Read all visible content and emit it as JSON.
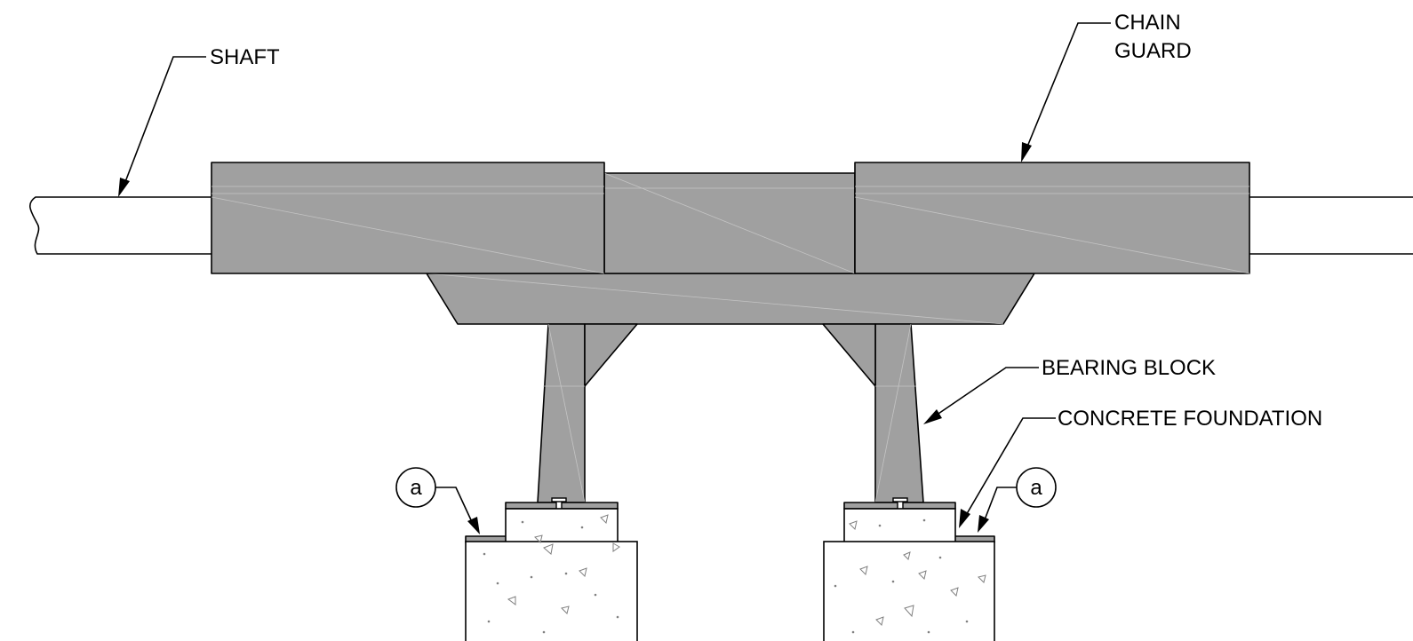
{
  "labels": {
    "shaft": "SHAFT",
    "chain_guard_line1": "CHAIN",
    "chain_guard_line2": "GUARD",
    "bearing_block": "BEARING BLOCK",
    "concrete_foundation": "CONCRETE FOUNDATION",
    "detail_left": "a",
    "detail_right": "a"
  },
  "colors": {
    "steel": "#a0a0a0",
    "line": "#000000",
    "concrete_speckle": "#808080"
  }
}
